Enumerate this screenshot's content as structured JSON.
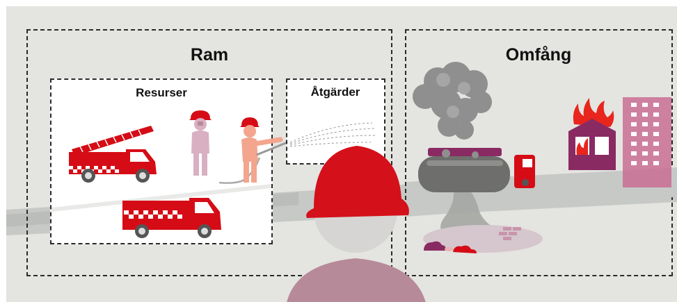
{
  "frame": {
    "title": "Ram",
    "resources": {
      "title": "Resurser"
    },
    "actions": {
      "title": "Åtgärder"
    }
  },
  "scope": {
    "title": "Omfång"
  },
  "colors": {
    "background": "#e4e4e1",
    "panel": "#dcdcd9",
    "white": "#ffffff",
    "accent_red": "#d50c16",
    "dark_red": "#a80c12",
    "road_gray": "#c7c9c6",
    "dark_road": "#a3a6a2",
    "helmet_red": "#d4101a",
    "observer_body": "#b78a99",
    "smoke": "#8f8f8f",
    "building_purple": "#8a2a63",
    "building_pink": "#c8688f",
    "firefighter_pink": "#d8b0c2",
    "firefighter_peach": "#f3a58e"
  },
  "icons": {
    "truck_ladder": "fire-truck-ladder-icon",
    "truck_small": "fire-truck-icon",
    "firefighter_standing": "firefighter-icon",
    "firefighter_hose": "firefighter-hose-icon",
    "smoke": "smoke-icon",
    "tanker": "overturned-tanker-icon",
    "burning_house": "burning-house-icon",
    "highrise": "highrise-building-icon",
    "observer": "observer-person-icon"
  }
}
